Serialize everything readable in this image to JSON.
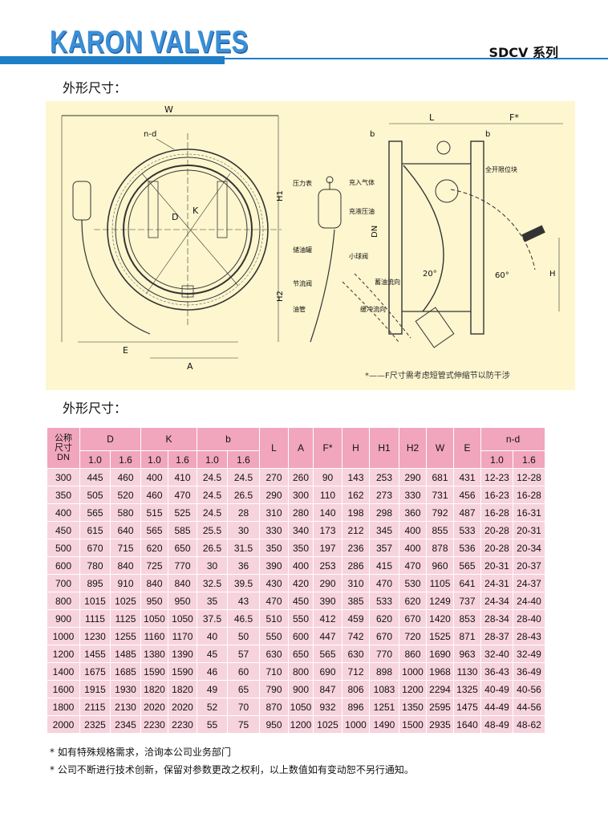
{
  "brand": "KARON VALVES",
  "series_label": "SDCV  系列",
  "heading_top": "外形尺寸：",
  "heading_table": "外形尺寸：",
  "drawing": {
    "dims": {
      "W": "W",
      "nd": "n-d",
      "D": "D",
      "K": "K",
      "H1": "H1",
      "H2": "H2",
      "E": "E",
      "A": "A",
      "b": "b",
      "L": "L",
      "F": "F*",
      "DN": "DN",
      "H": "H",
      "deg20": "20°",
      "deg60": "60°"
    },
    "labels": {
      "gauge": "压力表",
      "gas_in": "充入气体",
      "oil_fill": "充液压油",
      "accumulator": "储油罐",
      "ball_valve": "小球阀",
      "throttle": "节流阀",
      "oil_pipe": "油管",
      "stop_block": "全开限位块",
      "slow_flow": "缓冲流向",
      "store_flow": "蓄油流向"
    },
    "footnote": "*——F尺寸需考虑短管式伸缩节以防干涉"
  },
  "table": {
    "header_dn": [
      "公称",
      "尺寸",
      "DN"
    ],
    "groups": [
      "D",
      "K",
      "b"
    ],
    "singles": [
      "L",
      "A",
      "F*",
      "H",
      "H1",
      "H2",
      "W",
      "E"
    ],
    "nd": "n-d",
    "sub": [
      "1.0",
      "1.6"
    ],
    "rows": [
      [
        "300",
        "445",
        "460",
        "400",
        "410",
        "24.5",
        "24.5",
        "270",
        "260",
        "90",
        "143",
        "253",
        "290",
        "681",
        "431",
        "12-23",
        "12-28"
      ],
      [
        "350",
        "505",
        "520",
        "460",
        "470",
        "24.5",
        "26.5",
        "290",
        "300",
        "110",
        "162",
        "273",
        "330",
        "731",
        "456",
        "16-23",
        "16-28"
      ],
      [
        "400",
        "565",
        "580",
        "515",
        "525",
        "24.5",
        "28",
        "310",
        "280",
        "140",
        "198",
        "298",
        "360",
        "792",
        "487",
        "16-28",
        "16-31"
      ],
      [
        "450",
        "615",
        "640",
        "565",
        "585",
        "25.5",
        "30",
        "330",
        "340",
        "173",
        "212",
        "345",
        "400",
        "855",
        "533",
        "20-28",
        "20-31"
      ],
      [
        "500",
        "670",
        "715",
        "620",
        "650",
        "26.5",
        "31.5",
        "350",
        "350",
        "197",
        "236",
        "357",
        "400",
        "878",
        "536",
        "20-28",
        "20-34"
      ],
      [
        "600",
        "780",
        "840",
        "725",
        "770",
        "30",
        "36",
        "390",
        "400",
        "253",
        "286",
        "415",
        "470",
        "960",
        "565",
        "20-31",
        "20-37"
      ],
      [
        "700",
        "895",
        "910",
        "840",
        "840",
        "32.5",
        "39.5",
        "430",
        "420",
        "290",
        "310",
        "470",
        "530",
        "1105",
        "641",
        "24-31",
        "24-37"
      ],
      [
        "800",
        "1015",
        "1025",
        "950",
        "950",
        "35",
        "43",
        "470",
        "450",
        "390",
        "385",
        "533",
        "620",
        "1249",
        "737",
        "24-34",
        "24-40"
      ],
      [
        "900",
        "1115",
        "1125",
        "1050",
        "1050",
        "37.5",
        "46.5",
        "510",
        "550",
        "412",
        "459",
        "620",
        "670",
        "1420",
        "853",
        "28-34",
        "28-40"
      ],
      [
        "1000",
        "1230",
        "1255",
        "1160",
        "1170",
        "40",
        "50",
        "550",
        "600",
        "447",
        "742",
        "670",
        "720",
        "1525",
        "871",
        "28-37",
        "28-43"
      ],
      [
        "1200",
        "1455",
        "1485",
        "1380",
        "1390",
        "45",
        "57",
        "630",
        "650",
        "565",
        "630",
        "770",
        "860",
        "1690",
        "963",
        "32-40",
        "32-49"
      ],
      [
        "1400",
        "1675",
        "1685",
        "1590",
        "1590",
        "46",
        "60",
        "710",
        "800",
        "690",
        "712",
        "898",
        "1000",
        "1968",
        "1130",
        "36-43",
        "36-49"
      ],
      [
        "1600",
        "1915",
        "1930",
        "1820",
        "1820",
        "49",
        "65",
        "790",
        "900",
        "847",
        "806",
        "1083",
        "1200",
        "2294",
        "1325",
        "40-49",
        "40-56"
      ],
      [
        "1800",
        "2115",
        "2130",
        "2020",
        "2020",
        "52",
        "70",
        "870",
        "1050",
        "932",
        "896",
        "1251",
        "1350",
        "2595",
        "1475",
        "44-49",
        "44-56"
      ],
      [
        "2000",
        "2325",
        "2345",
        "2230",
        "2230",
        "55",
        "75",
        "950",
        "1200",
        "1025",
        "1000",
        "1490",
        "1500",
        "2935",
        "1640",
        "48-49",
        "48-62"
      ]
    ]
  },
  "notes": [
    "* 如有特殊规格需求，洽询本公司业务部门",
    "* 公司不断进行技术创新，保留对参数更改之权利，以上数值如有变动恕不另行通知。"
  ],
  "colors": {
    "brand": "#3b8fd6",
    "rule": "#1e7fc8",
    "drawing_bg": "#fdf6cf",
    "table_header": "#f1a6bd",
    "table_body": "#f7d3de"
  }
}
